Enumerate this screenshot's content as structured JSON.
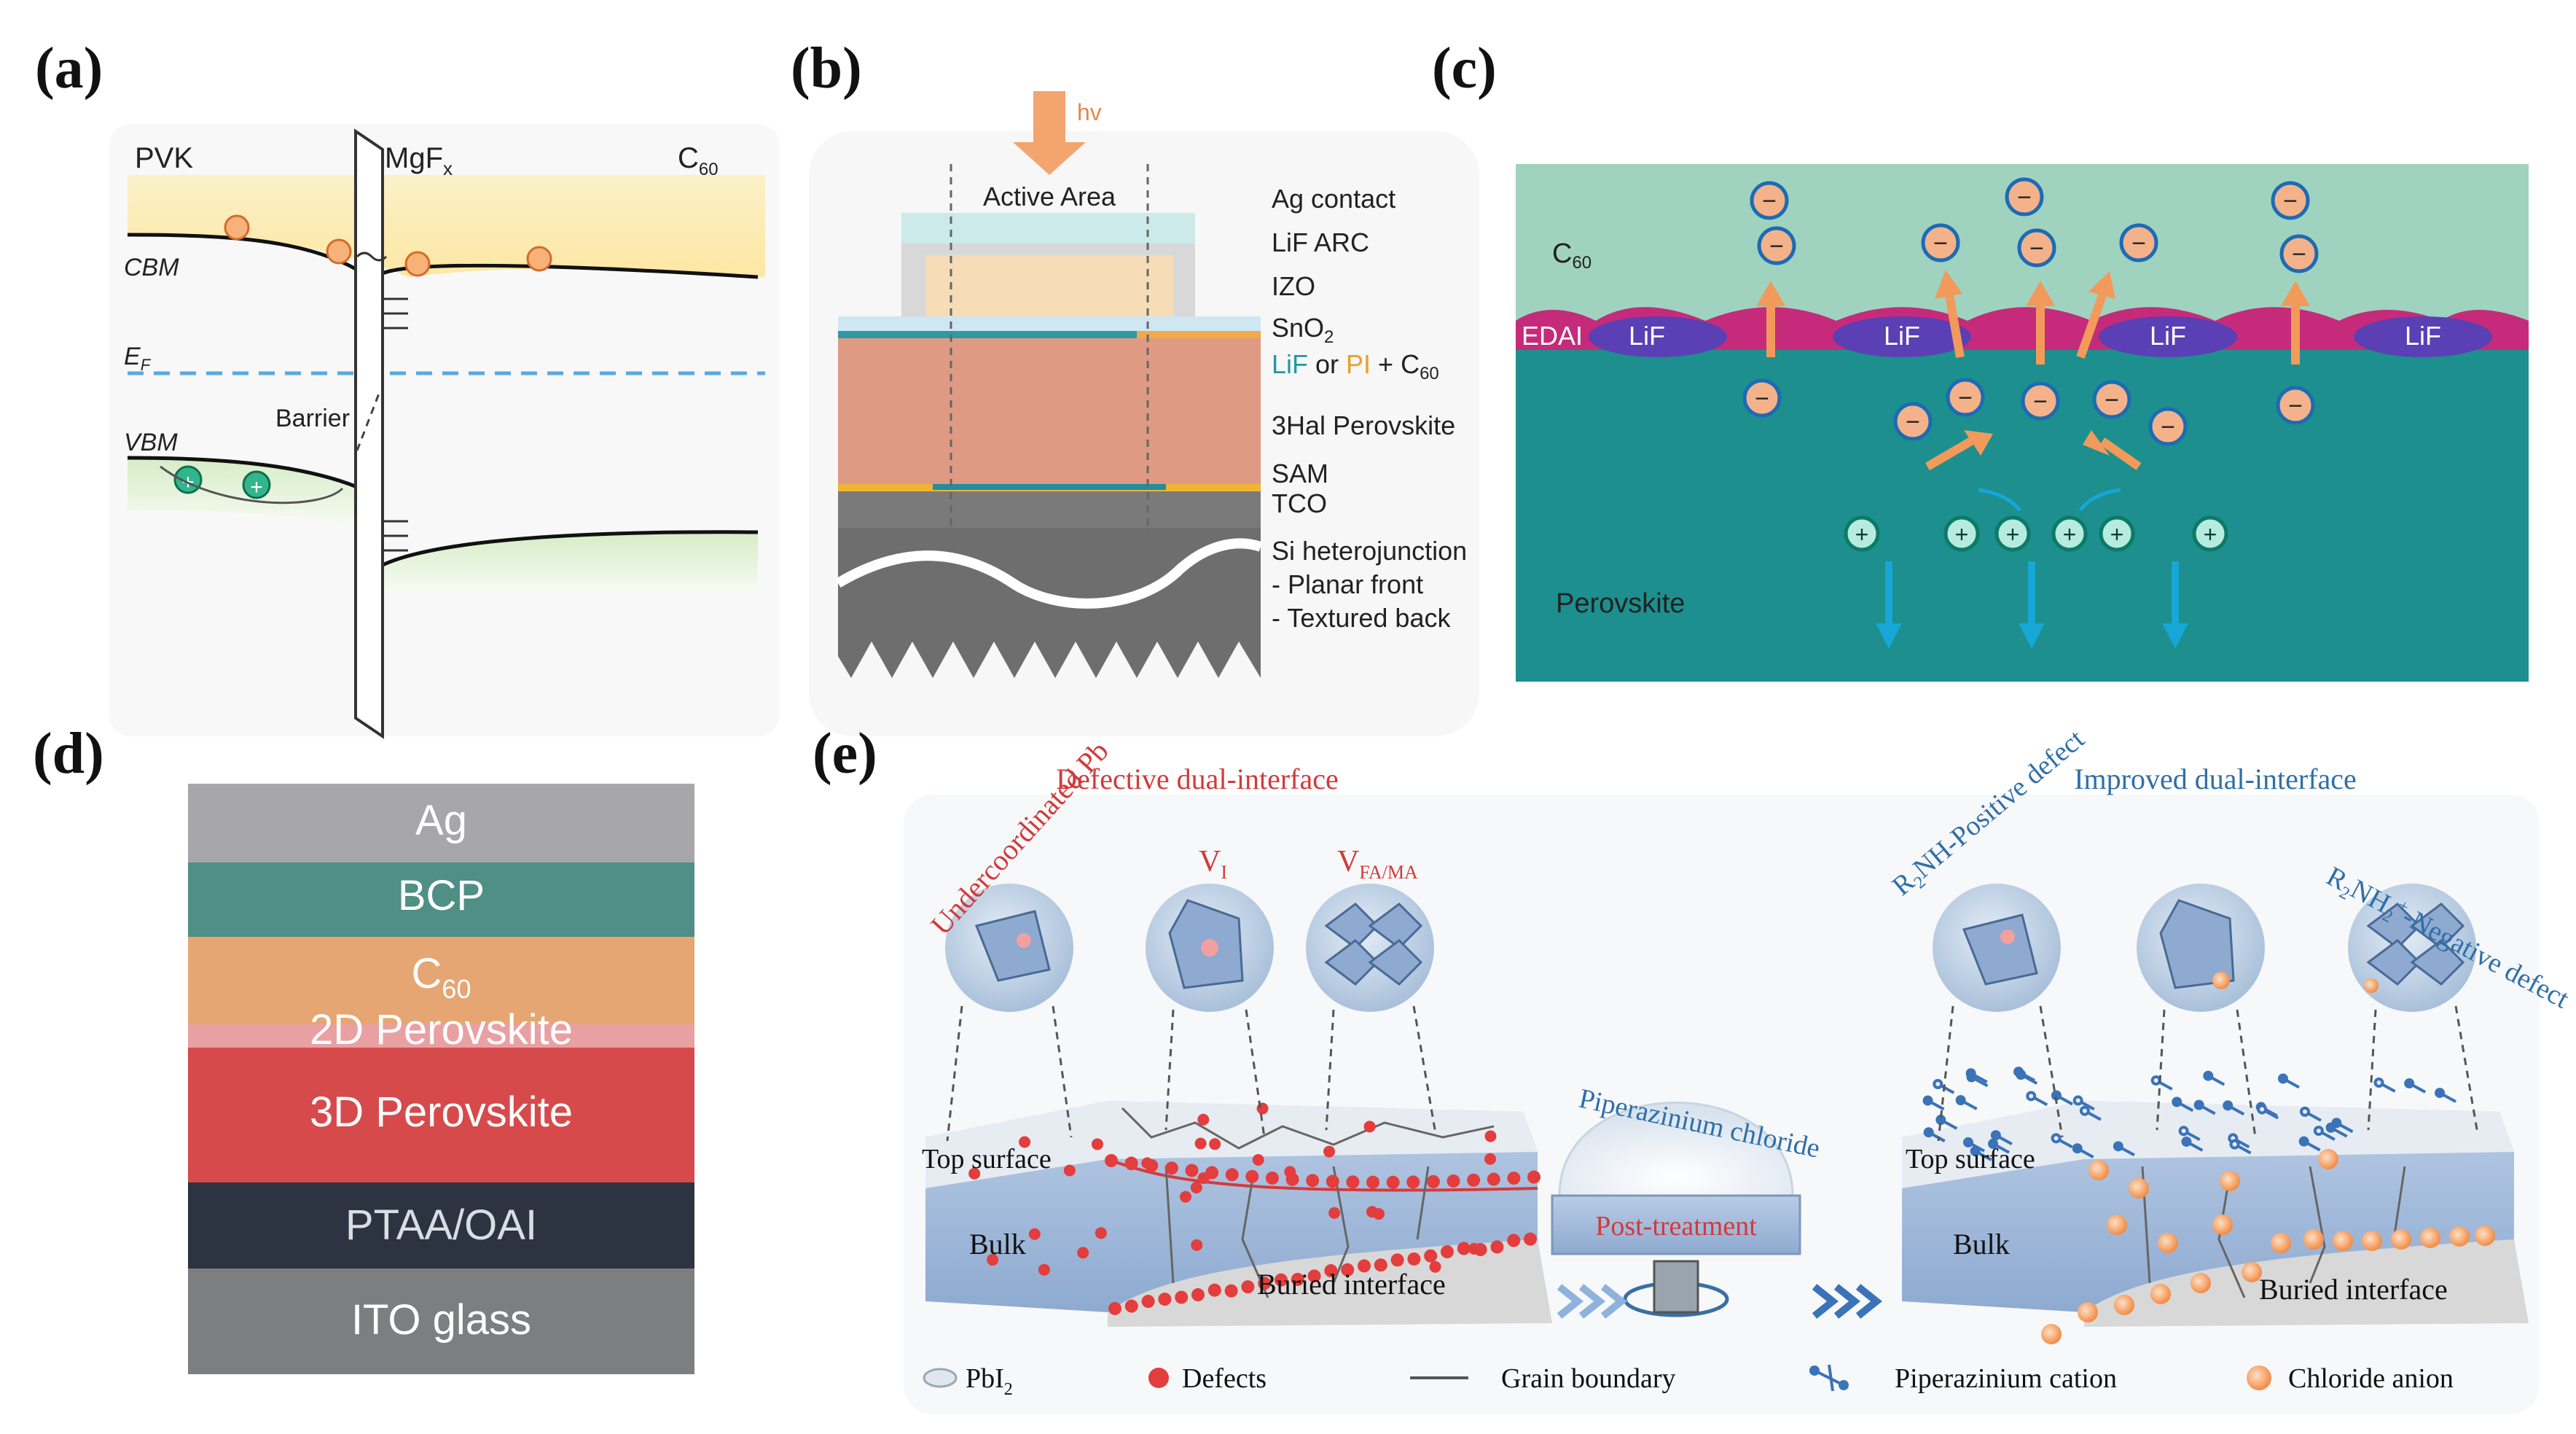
{
  "panels": {
    "a": {
      "label": "(a)",
      "pvk": "PVK",
      "mgf": "MgF",
      "mgf_sub": "x",
      "c60": "C",
      "c60_sub": "60",
      "cbm": "CBM",
      "ef": "E",
      "ef_sub": "F",
      "barrier": "Barrier",
      "vbm": "VBM",
      "minus": "-",
      "plus": "+"
    },
    "b": {
      "label": "(b)",
      "hv": "hv",
      "active_area": "Active Area",
      "layers": {
        "ag": "Ag contact",
        "lif_arc": "LiF ARC",
        "izo": "IZO",
        "sno2": "SnO",
        "sno2_sub": "2",
        "lif": "LiF",
        "or": " or ",
        "pi": "PI",
        "plus_c": " + C",
        "c60_sub": "60",
        "perovskite": "3Hal Perovskite",
        "sam": "SAM",
        "tco": "TCO",
        "si": "Si heterojunction",
        "planar": "- Planar front",
        "textured": "- Textured back"
      }
    },
    "c": {
      "label": "(c)",
      "c60": "C",
      "c60_sub": "60",
      "edai": "EDAI",
      "lif": "LiF",
      "perovskite": "Perovskite",
      "minus": "−",
      "plus": "+"
    },
    "d": {
      "label": "(d)",
      "layers": [
        "Ag",
        "BCP",
        "C",
        "2D Perovskite",
        "3D Perovskite",
        "PTAA/OAI",
        "ITO glass"
      ],
      "c60_sub": "60",
      "colors": [
        "#a7a7a9",
        "#4f8f85",
        "#e6a673",
        "#e9a0a3",
        "#d64a4c",
        "#2d3441",
        "#7d7e80"
      ]
    },
    "e": {
      "label": "(e)",
      "defective_title": "Defective dual-interface",
      "improved_title": "Improved dual-interface",
      "undercoordinated": "Undercoordinated Pb",
      "vi": "V",
      "vi_sub": "I",
      "vfama": "V",
      "vfama_sub": "FA/MA",
      "positive_defect_pre": "R",
      "positive_defect_sub": "2",
      "positive_defect_post": "NH-Positive defect",
      "negative_defect_pre": "R",
      "negative_defect_sub": "2",
      "negative_defect_mid": "NH",
      "negative_defect_sub2": "2",
      "negative_defect_sup": "+",
      "negative_defect_post": "-Negative defect",
      "piperazinium_chloride": "Piperazinium chloride",
      "post_treatment": "Post-treatment",
      "top_surface": "Top surface",
      "bulk": "Bulk",
      "buried_interface": "Buried interface",
      "legend": {
        "pbi2": "PbI",
        "pbi2_sub": "2",
        "defects": "Defects",
        "grain_boundary": "Grain boundary",
        "piperazinium_cation": "Piperazinium cation",
        "chloride_anion": "Chloride anion"
      }
    }
  }
}
